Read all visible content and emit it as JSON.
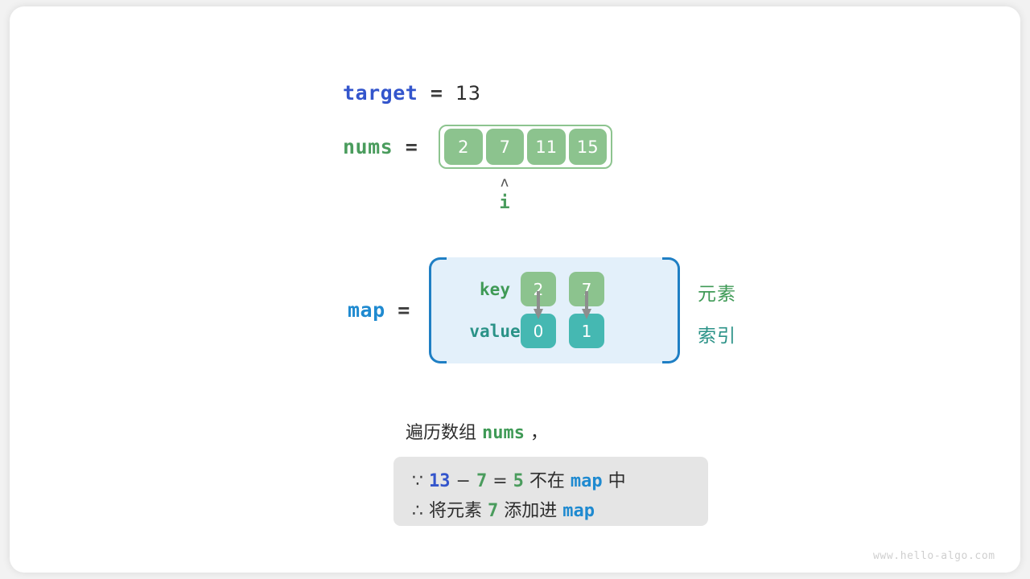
{
  "diagram": {
    "target": {
      "name": "target",
      "equals": "=",
      "value": "13"
    },
    "nums": {
      "name": "nums",
      "equals": "=",
      "values": [
        "2",
        "7",
        "11",
        "15"
      ],
      "pointer_index": 1,
      "pointer_caret": "ʌ",
      "pointer_label": "i"
    },
    "map": {
      "name": "map",
      "equals": "=",
      "key_label": "key",
      "value_label": "value",
      "keys": [
        "2",
        "7"
      ],
      "values": [
        "0",
        "1"
      ],
      "caption_key": "元素",
      "caption_value": "索引"
    },
    "narration": {
      "prefix": "遍历数组",
      "code": "nums",
      "suffix": "，"
    },
    "note": {
      "line1": {
        "symbol": "∵",
        "a": "13",
        "minus": "−",
        "b": "7",
        "eq": "=",
        "result": "5",
        "text_mid": "不在",
        "map": "map",
        "text_end": "中"
      },
      "line2": {
        "symbol": "∴",
        "text_start": "将元素",
        "element": "7",
        "text_mid": "添加进",
        "map": "map"
      }
    },
    "watermark": "www.hello-algo.com"
  },
  "colors": {
    "target_blue": "#3355cc",
    "nums_green": "#4a9c5d",
    "map_blue": "#1f8ad0",
    "array_cell": "#8cc38e",
    "map_value_cell": "#45b8b2",
    "map_box_bg": "#e3f0fa",
    "map_bracket": "#1f7fc4",
    "note_box_bg": "#e5e5e5",
    "caption_element": "#3f9a56",
    "caption_index": "#2a9287"
  }
}
